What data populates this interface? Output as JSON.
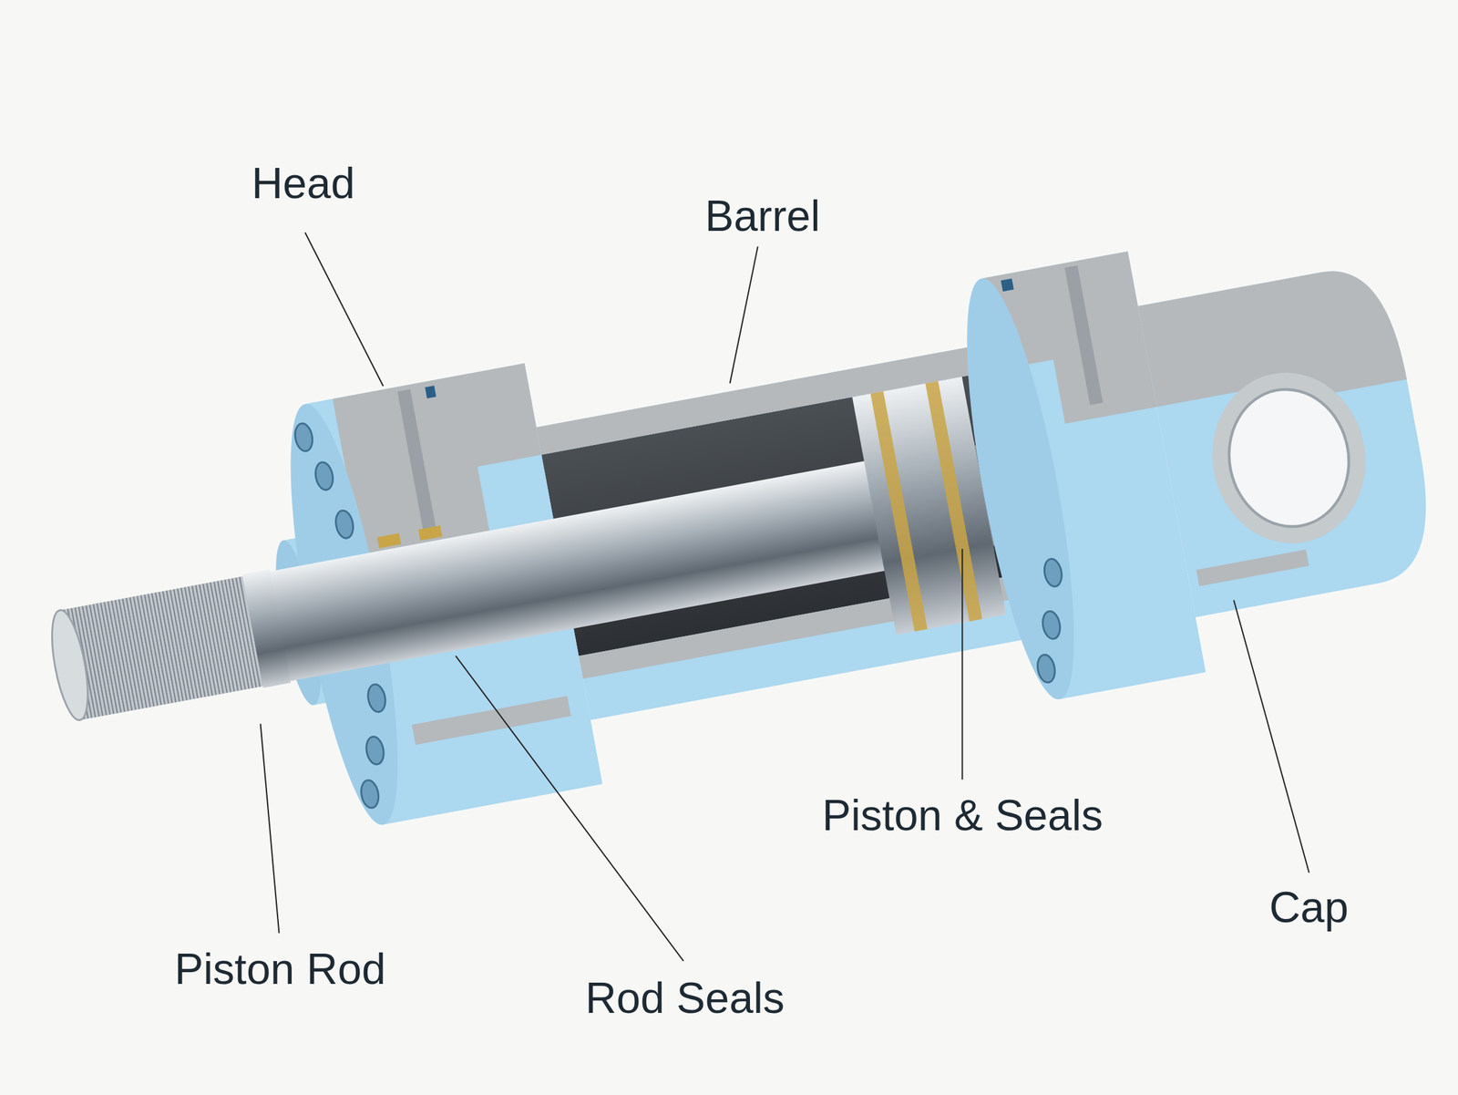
{
  "diagram": {
    "labels": [
      "Head",
      "Barrel",
      "Piston & Seals",
      "Cap",
      "Piston Rod",
      "Rod Seals"
    ]
  }
}
